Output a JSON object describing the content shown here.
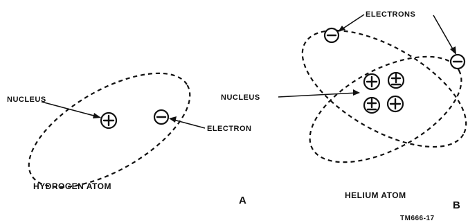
{
  "panel_a": {
    "nucleus_label": "NUCLEUS",
    "electron_label": "ELECTRON",
    "caption": "HYDROGEN ATOM",
    "panel_letter": "A"
  },
  "panel_b": {
    "electrons_label": "ELECTRONS",
    "nucleus_label": "NUCLEUS",
    "caption": "HELIUM ATOM",
    "panel_letter": "B"
  },
  "figure_id": "TM666-17"
}
